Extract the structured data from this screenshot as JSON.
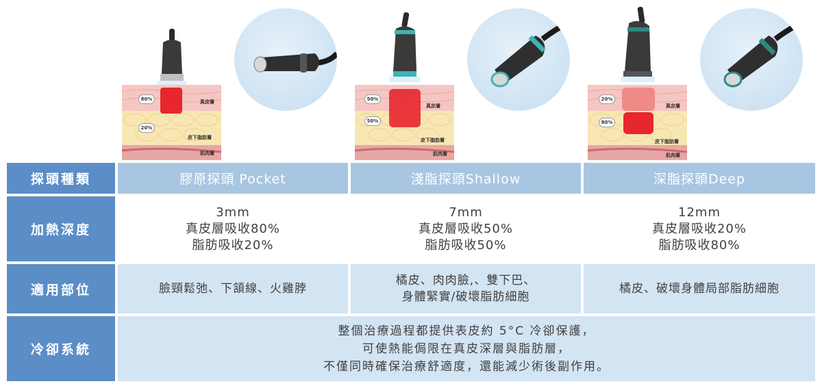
{
  "diagram_labels": {
    "dermis": "真皮層",
    "subcutaneous": "皮下脂肪層",
    "muscle": "肌肉層"
  },
  "probes": [
    {
      "upper_pct": "80%",
      "lower_pct": "20%",
      "accent": "#555555"
    },
    {
      "upper_pct": "50%",
      "lower_pct": "50%",
      "accent": "#3fb3b5"
    },
    {
      "upper_pct": "20%",
      "lower_pct": "80%",
      "accent": "#2f8a83"
    }
  ],
  "table": {
    "row_headers": [
      "探頭種類",
      "加熱深度",
      "適用部位",
      "冷卻系統"
    ],
    "probe_types": [
      "膠原探頭 Pocket",
      "淺脂探頭Shallow",
      "深脂探頭Deep"
    ],
    "depth": [
      {
        "depth": "3mm",
        "dermis": "真皮層吸收80%",
        "fat": "脂肪吸收20%"
      },
      {
        "depth": "7mm",
        "dermis": "真皮層吸收50%",
        "fat": "脂肪吸收50%"
      },
      {
        "depth": "12mm",
        "dermis": "真皮層吸收20%",
        "fat": "脂肪吸收80%"
      }
    ],
    "areas": [
      {
        "line1": "臉頸鬆弛、下頷線、火雞脖",
        "line2": ""
      },
      {
        "line1": "橘皮、肉肉臉,、雙下巴、",
        "line2": "身體緊實/破壞脂肪細胞"
      },
      {
        "line1": "橘皮、破壞身體局部脂肪細胞",
        "line2": ""
      }
    ],
    "cooling": [
      "整個治療過程都提供表皮約 5°C 冷卻保護，",
      "可使熱能侷限在真皮深層與脂肪層，",
      "不僅同時確保治療舒適度，還能減少術後副作用。"
    ]
  },
  "colors": {
    "header_blue": "#5b8dc7",
    "light_blue": "#a8c6e2",
    "pale_blue": "#d3e4f3",
    "heat_red": "#e8262e"
  }
}
